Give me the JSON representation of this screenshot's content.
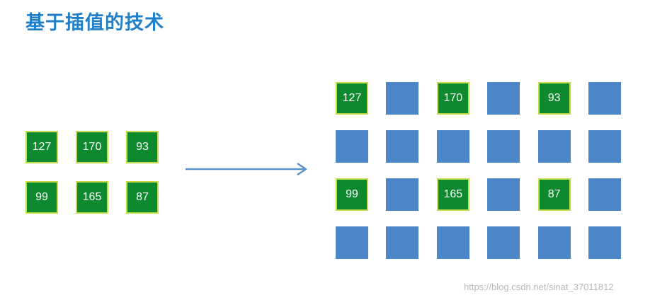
{
  "title": "基于插值的技术",
  "colors": {
    "green": "#0e8a2e",
    "green_border": "#c7dc4a",
    "blue": "#4a86c8",
    "arrow": "#5b93c9",
    "title": "#1f7fc8"
  },
  "source_grid": [
    [
      "127",
      "170",
      "93"
    ],
    [
      "99",
      "165",
      "87"
    ]
  ],
  "target_grid": [
    [
      "127",
      "",
      "170",
      "",
      "93",
      ""
    ],
    [
      "",
      "",
      "",
      "",
      "",
      ""
    ],
    [
      "99",
      "",
      "165",
      "",
      "87",
      ""
    ],
    [
      "",
      "",
      "",
      "",
      "",
      ""
    ]
  ],
  "watermark": "https://blog.csdn.net/sinat_37011812"
}
